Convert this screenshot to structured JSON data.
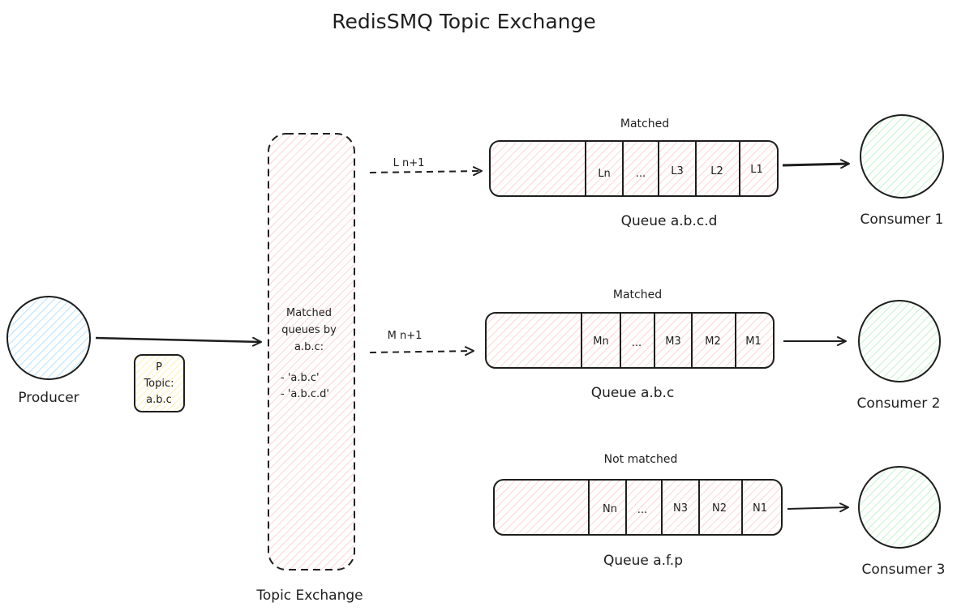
{
  "title": "RedisSMQ Topic Exchange",
  "producer": {
    "label": "Producer",
    "message": {
      "line1": "P",
      "line2": "Topic:",
      "line3": "a.b.c"
    }
  },
  "exchange": {
    "label": "Topic Exchange",
    "description": [
      "Matched",
      "queues by",
      "a.b.c:",
      "",
      "- 'a.b.c'",
      "- 'a.b.c.d'"
    ]
  },
  "queues": [
    {
      "name": "Queue a.b.c.d",
      "status": "Matched",
      "incoming": "L n+1",
      "cells": [
        "Ln",
        "...",
        "L3",
        "L2",
        "L1"
      ],
      "consumer": "Consumer 1"
    },
    {
      "name": "Queue a.b.c",
      "status": "Matched",
      "incoming": "M n+1",
      "cells": [
        "Mn",
        "...",
        "M3",
        "M2",
        "M1"
      ],
      "consumer": "Consumer 2"
    },
    {
      "name": "Queue a.f.p",
      "status": "Not matched",
      "incoming": "",
      "cells": [
        "Nn",
        "...",
        "N3",
        "N2",
        "N1"
      ],
      "consumer": "Consumer 3"
    }
  ],
  "colors": {
    "stroke": "#1e1e1e",
    "producer_fill": "#a5d8ff",
    "consumer_fill": "#b2f2bb",
    "queue_fill": "#ffc9c9",
    "message_fill": "#ffec99",
    "matched": "#2f9e44",
    "not_matched": "#e03131"
  }
}
